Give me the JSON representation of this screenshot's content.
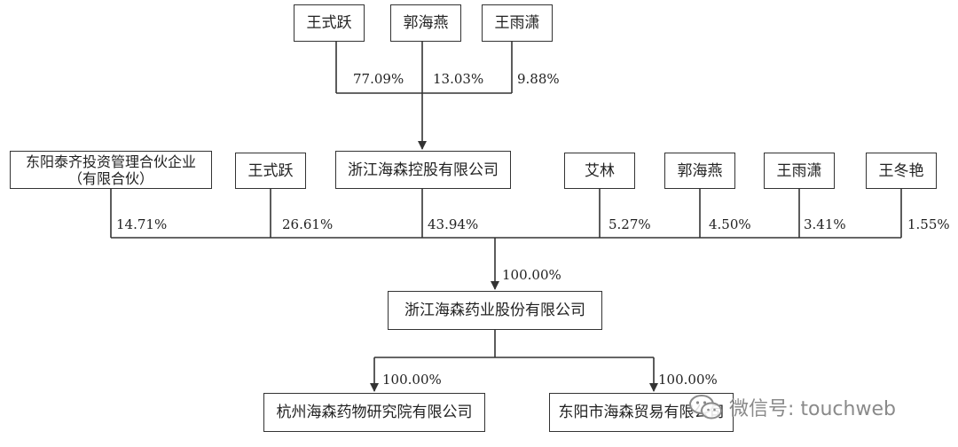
{
  "top_shareholders": [
    {
      "name": "王式跃",
      "pct": "77.09%"
    },
    {
      "name": "郭海燕",
      "pct": "13.03%"
    },
    {
      "name": "王雨潇",
      "pct": "9.88%"
    }
  ],
  "holding_company": "浙江海森控股有限公司",
  "shareholders": [
    {
      "name_line1": "东阳泰齐投资管理合伙企业",
      "name_line2": "（有限合伙）",
      "pct": "14.71%"
    },
    {
      "name": "王式跃",
      "pct": "26.61%"
    },
    {
      "name": "浙江海森控股有限公司",
      "pct": "43.94%"
    },
    {
      "name": "艾林",
      "pct": "5.27%"
    },
    {
      "name": "郭海燕",
      "pct": "4.50%"
    },
    {
      "name": "王雨潇",
      "pct": "3.41%"
    },
    {
      "name": "王冬艳",
      "pct": "1.55%"
    }
  ],
  "main_company": {
    "name": "浙江海森药业股份有限公司",
    "pct": "100.00%"
  },
  "subsidiaries": [
    {
      "name": "杭州海森药物研究院有限公司",
      "pct": "100.00%"
    },
    {
      "name": "东阳市海森贸易有限公司",
      "pct": "100.00%"
    }
  ],
  "watermark": {
    "text": "微信号: touchweb",
    "icon": "wechat-icon"
  },
  "colors": {
    "line": "#333333",
    "text": "#222222",
    "watermark": "#8a8a8a"
  }
}
